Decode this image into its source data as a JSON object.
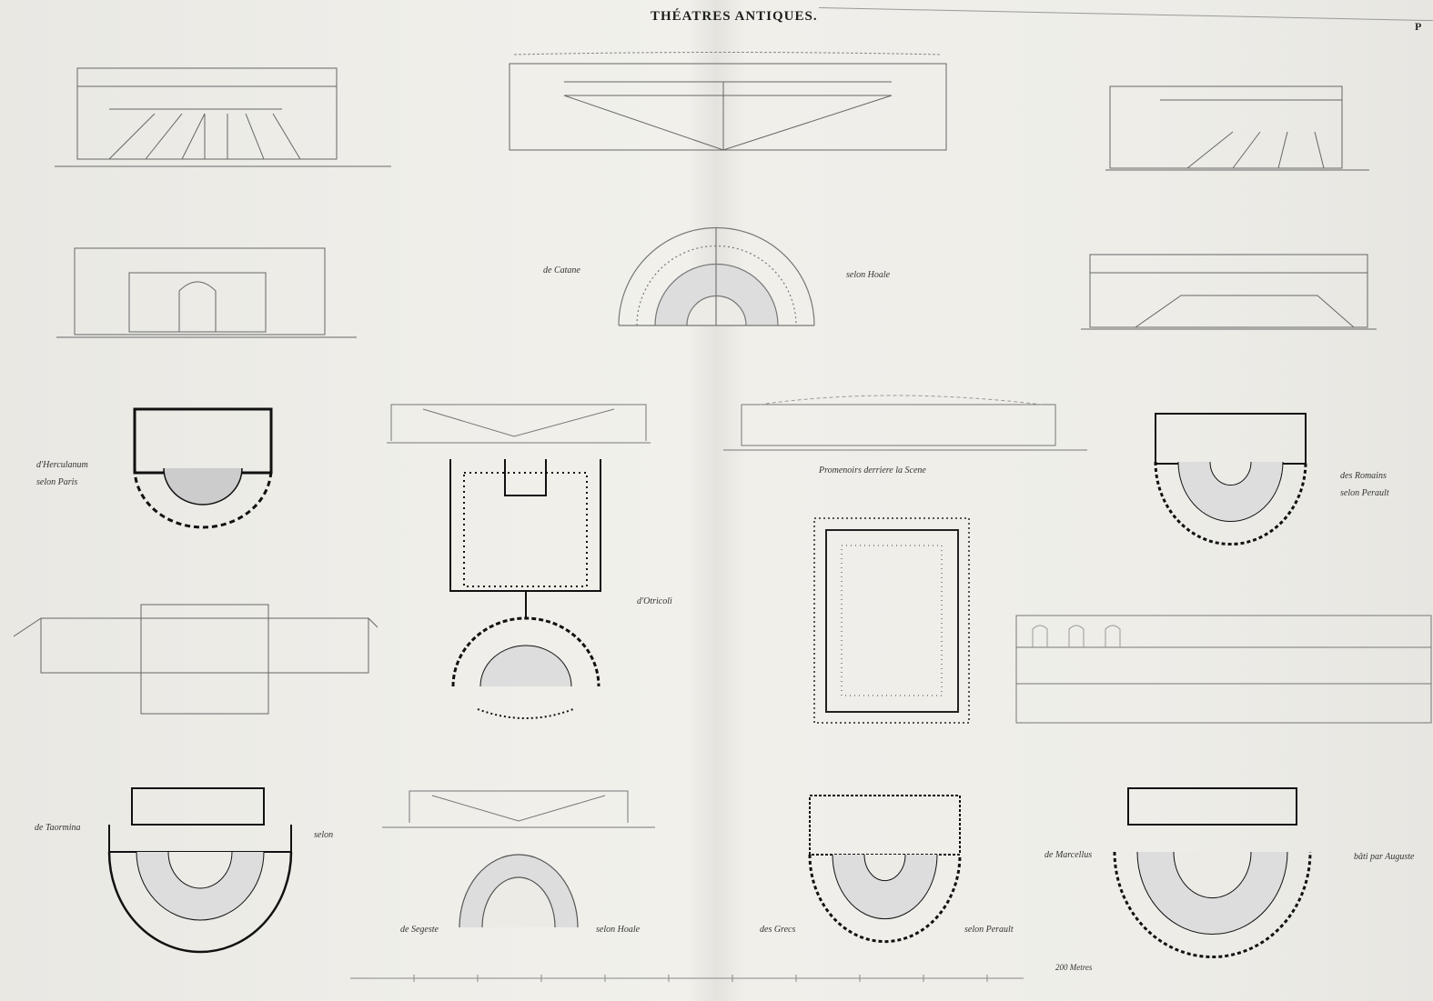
{
  "plate": {
    "title": "THÉATRES ANTIQUES.",
    "plate_mark": "P",
    "scale_label": "200 Metres"
  },
  "labels": {
    "catane_left": "de Catane",
    "catane_right": "selon Hoale",
    "herculanum_1": "d'Herculanum",
    "herculanum_2": "selon Paris",
    "promenoirs": "Promenoirs derriere la Scene",
    "romains_1": "des Romains",
    "romains_2": "selon Perault",
    "otricoli": "d'Otricoli",
    "taormina": "de Taormina",
    "taormina_selon": "selon",
    "segeste_left": "de Segeste",
    "segeste_right": "selon Hoale",
    "grecs_left": "des Grecs",
    "grecs_right": "selon Perault",
    "marcellus_left": "de Marcellus",
    "marcellus_right": "bâti par Auguste"
  },
  "colors": {
    "paper": "#ecebe6",
    "ink": "#2a2a2a",
    "wash": "#c9c9c9"
  }
}
